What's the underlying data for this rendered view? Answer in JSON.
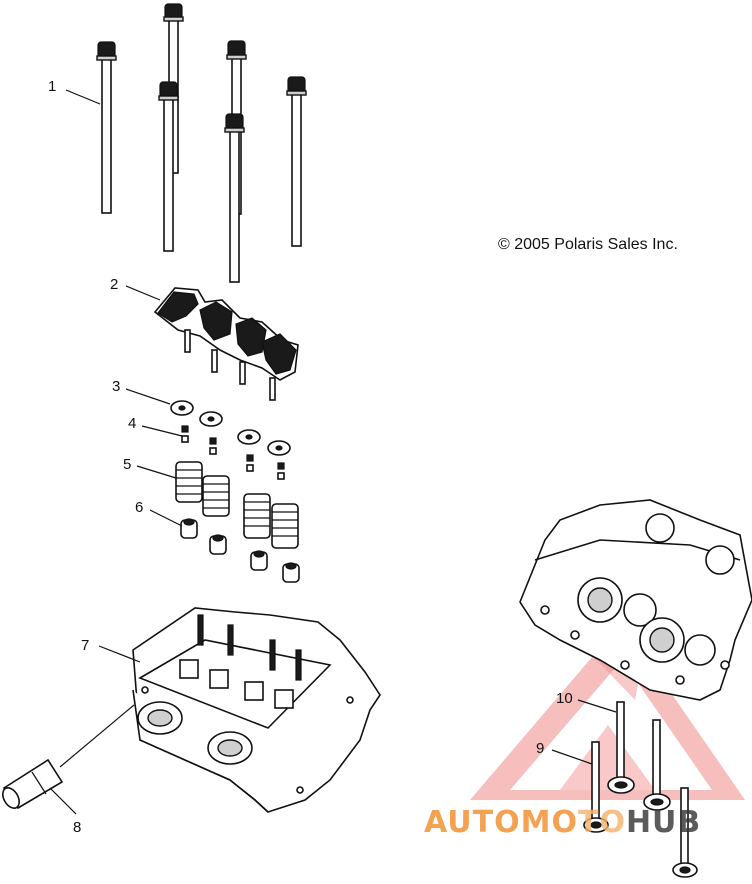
{
  "copyright": "© 2005 Polaris Sales Inc.",
  "callouts": [
    "1",
    "2",
    "3",
    "4",
    "5",
    "6",
    "7",
    "8",
    "9",
    "10"
  ],
  "watermark": {
    "part1": "AUTOMO",
    "part2": "TO",
    "part3": "HUB",
    "accent": "#f28c28",
    "triangle": "#e53935",
    "dark": "#333333"
  },
  "colors": {
    "line": "#111111",
    "background": "#ffffff"
  }
}
